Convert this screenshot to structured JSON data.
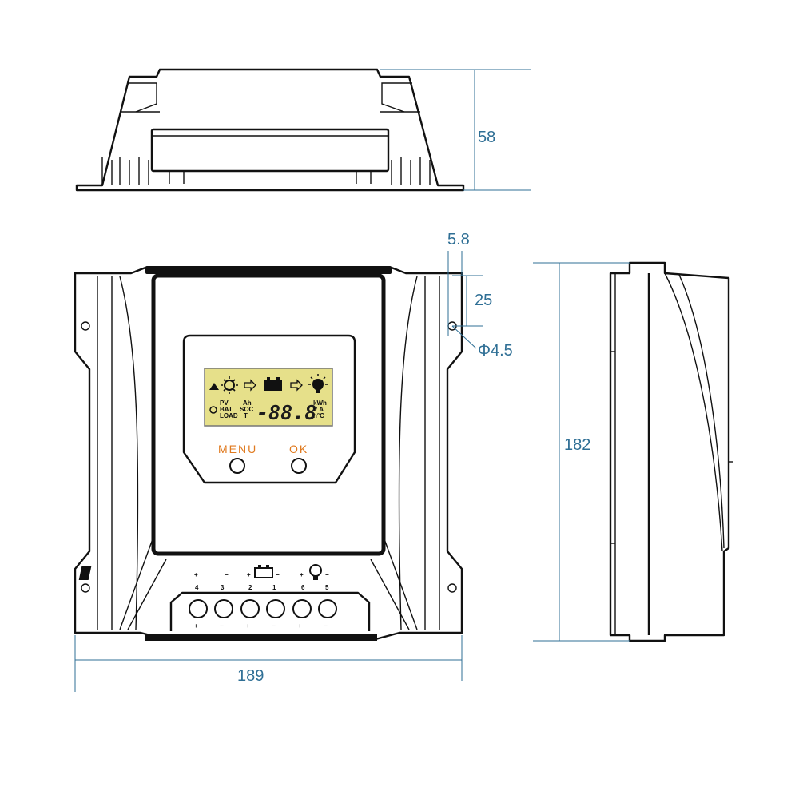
{
  "dimensions": {
    "height_side": "58",
    "hole_offset_x": "5.8",
    "hole_offset_y": "25",
    "hole_diameter": "Φ4.5",
    "height_total": "182",
    "width_total": "189"
  },
  "buttons": {
    "menu": "MENU",
    "ok": "OK"
  },
  "lcd": {
    "digits": "-88.8",
    "rows": [
      "PV",
      "BAT",
      "LOAD"
    ],
    "mid_labels": [
      "Ah",
      "SOC",
      "T"
    ],
    "units": [
      "kWh",
      "V A",
      "h°C"
    ]
  },
  "terminals": {
    "numbers": [
      "4",
      "3",
      "2",
      "1",
      "6",
      "5"
    ],
    "polarity": [
      "+",
      "−",
      "+",
      "−",
      "+",
      "−"
    ]
  },
  "colors": {
    "dimension": "#2f6f95",
    "button_label": "#e07a1f",
    "lcd_background": "#e6e08a"
  }
}
